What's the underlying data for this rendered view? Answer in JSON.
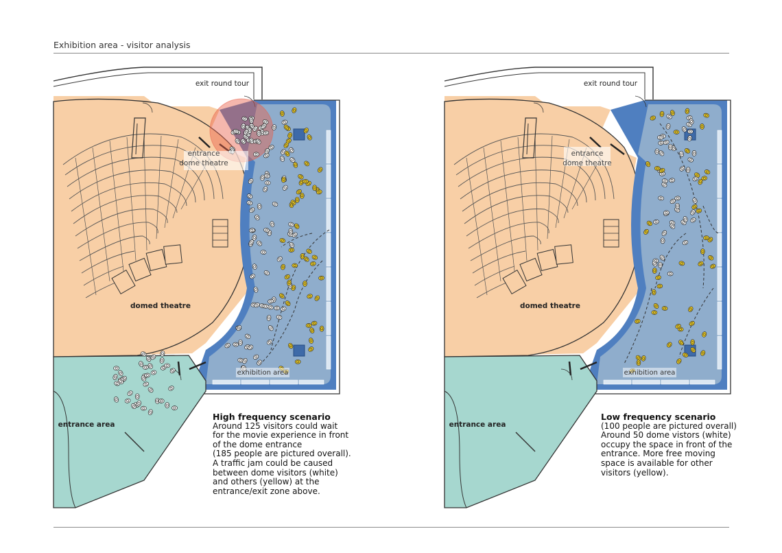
{
  "page_title": "Exhibition area - visitor analysis",
  "colors": {
    "theatre": "#f8cfa6",
    "exhibition": "#8fadcc",
    "exhibition_border": "#4f7fc0",
    "entrance_area": "#a6d7cf",
    "congestion_marker": "#e8604a",
    "dome_visitor": "#ffffff",
    "other_visitor": "#f3cf1d"
  },
  "plans": [
    {
      "labels": {
        "exit": "exit round tour",
        "entrance_dome": [
          "entrance",
          "dome theatre"
        ],
        "domed_theatre": "domed theatre",
        "exhibition_area": "exhibition area",
        "entrance_area": "entrance area"
      },
      "scenario_title": "High frequency scenario",
      "scenario_text": [
        "Around 125 visitors could wait",
        "for the movie experience in front",
        "of the dome entrance",
        "(185 people are pictured overall).",
        "A traffic jam could be caused",
        "between dome visitors (white)",
        "and others (yellow) at the",
        "entrance/exit zone above."
      ]
    },
    {
      "labels": {
        "exit": "exit round tour",
        "entrance_dome": [
          "entrance",
          "dome theatre"
        ],
        "domed_theatre": "domed theatre",
        "exhibition_area": "exhibition area",
        "entrance_area": "entrance area"
      },
      "scenario_title": "Low frequency scenario",
      "scenario_text": [
        "(100 people are pictured overall)",
        "Around 50 dome vistors (white)",
        "occupy the space in front of the",
        "entrance. More free moving",
        "space is available for other",
        "visitors (yellow)."
      ]
    }
  ]
}
